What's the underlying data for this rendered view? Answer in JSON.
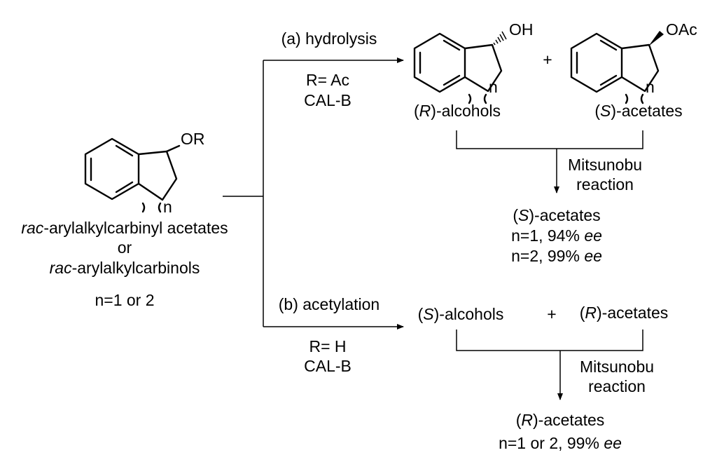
{
  "substrate": {
    "group_label": "OR",
    "ring_label": "n",
    "name_line1_prefix": "rac",
    "name_line1_rest": "-arylalkylcarbinyl acetates",
    "name_line2": "or",
    "name_line3_prefix": "rac",
    "name_line3_rest": "-arylalkylcarbinols",
    "condition": "n=1 or 2"
  },
  "route_a": {
    "label": "(a) hydrolysis",
    "reagent_line1": "R= Ac",
    "reagent_line2": "CAL-B",
    "product1": {
      "group_label": "OH",
      "ring_label": "n",
      "name_open": "(",
      "name_config": "R",
      "name_rest": ")-alcohols"
    },
    "plus": "+",
    "product2": {
      "group_label": "OAc",
      "ring_label": "n",
      "name_open": "(",
      "name_config": "S",
      "name_rest": ")-acetates"
    },
    "step_line1": "Mitsunobu",
    "step_line2": "reaction",
    "final_open": "(",
    "final_config": "S",
    "final_rest": ")-acetates",
    "final_ee1_prefix": "n=1, 94% ",
    "final_ee1_suffix": "ee",
    "final_ee2_prefix": "n=2, 99% ",
    "final_ee2_suffix": "ee"
  },
  "route_b": {
    "label": "(b) acetylation",
    "reagent_line1": "R= H",
    "reagent_line2": "CAL-B",
    "product1": {
      "name_open": "(",
      "name_config": "S",
      "name_rest": ")-alcohols"
    },
    "plus": "+",
    "product2": {
      "name_open": "(",
      "name_config": "R",
      "name_rest": ")-acetates"
    },
    "step_line1": "Mitsunobu",
    "step_line2": "reaction",
    "final_open": "(",
    "final_config": "R",
    "final_rest": ")-acetates",
    "final_ee_prefix": "n=1 or 2, 99% ",
    "final_ee_suffix": "ee"
  }
}
